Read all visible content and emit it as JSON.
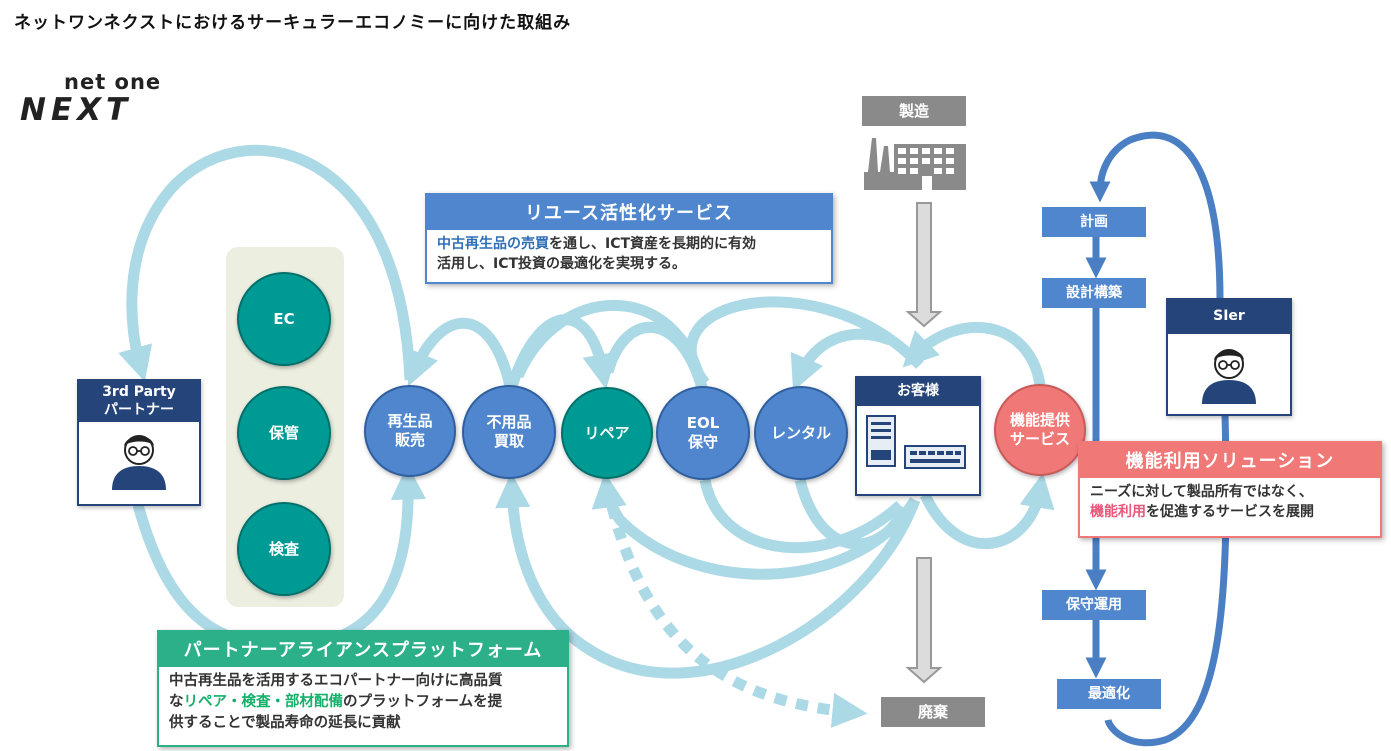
{
  "title": "ネットワンネクストにおけるサーキュラーエコノミーに向けた取組み",
  "logo": {
    "top": "net one",
    "main": "NEXT"
  },
  "partner_card": {
    "line1": "3rd Party",
    "line2": "パートナー"
  },
  "panel_circles": [
    "EC",
    "保管",
    "検査"
  ],
  "flow_circles": {
    "resale": [
      "再生品",
      "販売"
    ],
    "buyback": [
      "不用品",
      "買取"
    ],
    "repair": "リペア",
    "eol": [
      "EOL",
      "保守"
    ],
    "rental": "レンタル",
    "function": [
      "機能提供",
      "サービス"
    ]
  },
  "customer": "お客様",
  "manufacture": "製造",
  "disposal": "廃棄",
  "sier": "SIer",
  "sier_steps": [
    "計画",
    "設計構築",
    "保守運用",
    "最適化"
  ],
  "reuse_box": {
    "title": "リユース活性化サービス",
    "highlight": "中古再生品の売買",
    "text1": "を通し、ICT資産を長期的に有効",
    "text2": "活用し、ICT投資の最適化を実現する。"
  },
  "function_box": {
    "title": "機能利用ソリューション",
    "text1": "ニーズに対して製品所有ではなく、",
    "highlight": "機能利用",
    "text2": "を促進するサービスを展開"
  },
  "partner_box": {
    "title": "パートナーアライアンスプラットフォーム",
    "text1": "中古再生品を活用するエコパートナー向けに高品質",
    "text2a": "な",
    "highlight": "リペア・検査・部材配備",
    "text2b": "のプラットフォームを提",
    "text3": "供することで製品寿命の延長に貢献"
  },
  "colors": {
    "blue": "#4f86cd",
    "teal": "#009a94",
    "pink": "#f07876",
    "navy": "#25457a",
    "arrow": "#acd9e6",
    "partner_green": "#2bb08a"
  }
}
